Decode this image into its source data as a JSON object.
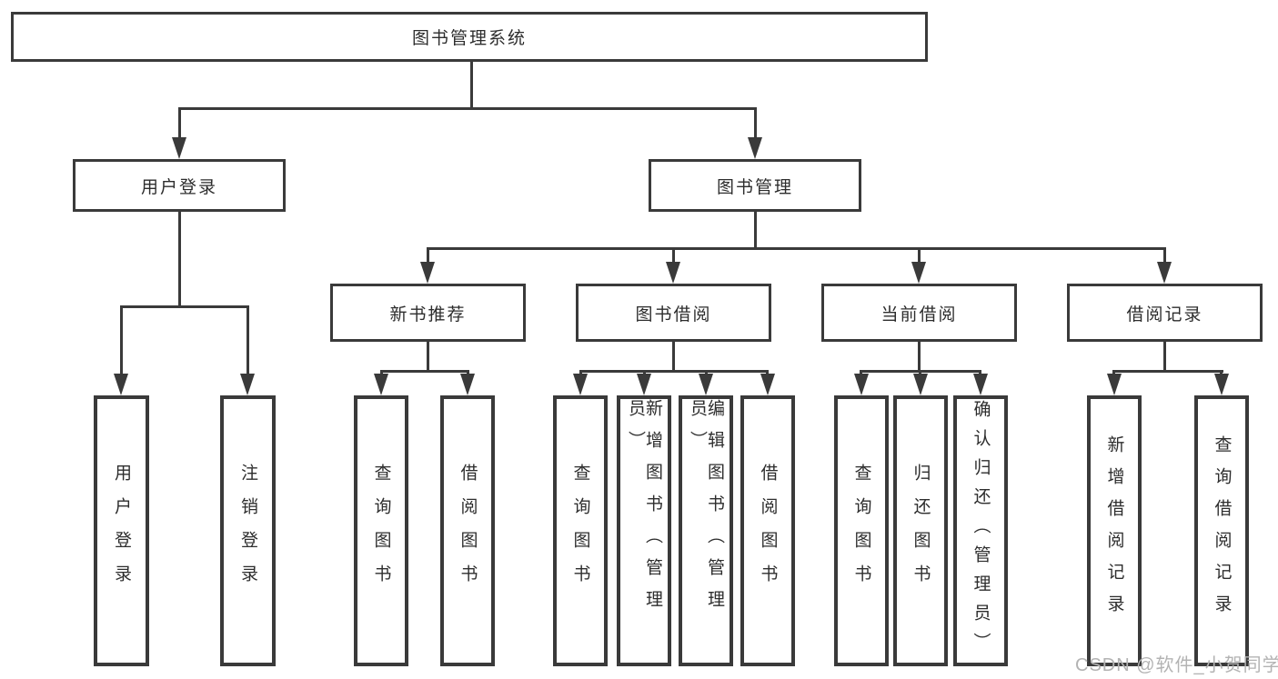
{
  "colors": {
    "line": "#3a3a3a",
    "text": "#2d2d2d",
    "watermark": "#b3b3b3",
    "background": "#ffffff"
  },
  "root": {
    "label": "图书管理系统"
  },
  "branches": [
    {
      "label": "用户登录",
      "children": [
        {
          "label": "用户登录"
        },
        {
          "label": "注销登录"
        }
      ]
    },
    {
      "label": "图书管理",
      "children": [
        {
          "label": "新书推荐",
          "children": [
            {
              "label": "查询图书"
            },
            {
              "label": "借阅图书"
            }
          ]
        },
        {
          "label": "图书借阅",
          "children": [
            {
              "label": "查询图书"
            },
            {
              "label": "新增图书（管理员）"
            },
            {
              "label": "编辑图书（管理员）"
            },
            {
              "label": "借阅图书"
            }
          ]
        },
        {
          "label": "当前借阅",
          "children": [
            {
              "label": "查询图书"
            },
            {
              "label": "归还图书"
            },
            {
              "label": "确认归还（管理员）"
            }
          ]
        },
        {
          "label": "借阅记录",
          "children": [
            {
              "label": "新增借阅记录"
            },
            {
              "label": "查询借阅记录"
            }
          ]
        }
      ]
    }
  ],
  "watermark": {
    "text": "CSDN @软件_小贺同学"
  }
}
